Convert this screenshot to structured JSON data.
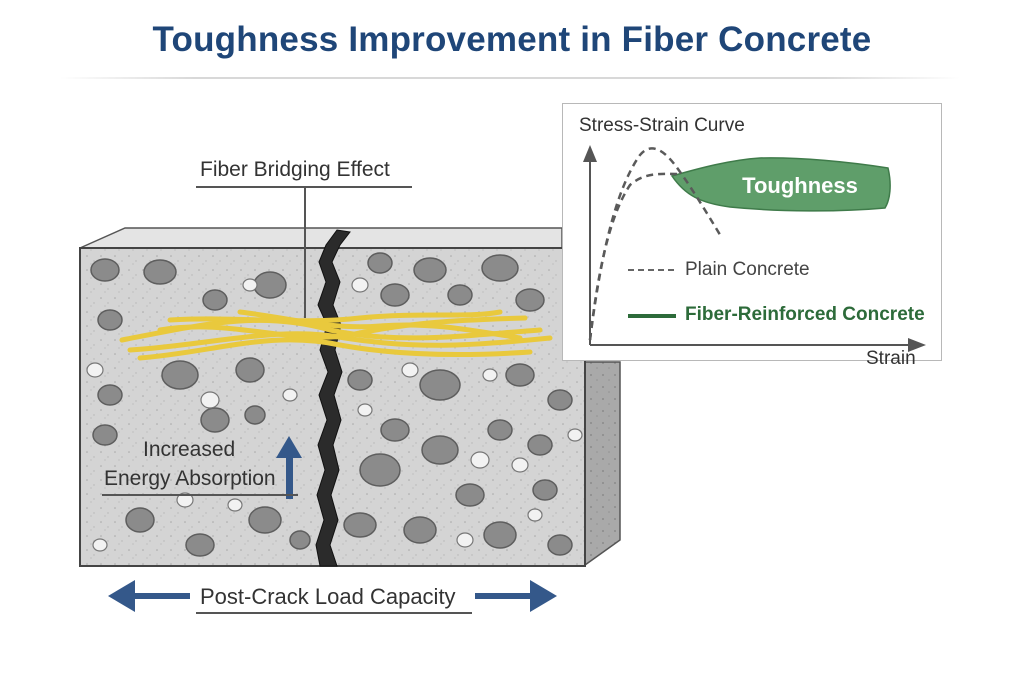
{
  "title": "Toughness Improvement in Fiber Concrete",
  "labels": {
    "bridging": "Fiber Bridging Effect",
    "energy_line1": "Increased",
    "energy_line2": "Energy Absorption",
    "post_crack": "Post-Crack Load Capacity"
  },
  "inset_chart": {
    "title": "Stress-Strain Curve",
    "x_label": "Strain",
    "region_label": "Toughness",
    "legend": [
      {
        "label": "Plain Concrete",
        "style": "dashed",
        "color": "#555555"
      },
      {
        "label": "Fiber-Reinforced Concrete",
        "style": "solid",
        "color": "#2d6b3a"
      }
    ]
  },
  "colors": {
    "title": "#1f4678",
    "arrow": "#34588a",
    "fiber": "#f0d04a",
    "toughness_fill": "#5f9e6a",
    "concrete": "#d2d2d2",
    "aggregate": "#8a8a8a"
  },
  "icons": [
    "energy-up-arrow-icon",
    "left-arrow-icon",
    "right-arrow-icon",
    "crack-icon"
  ]
}
